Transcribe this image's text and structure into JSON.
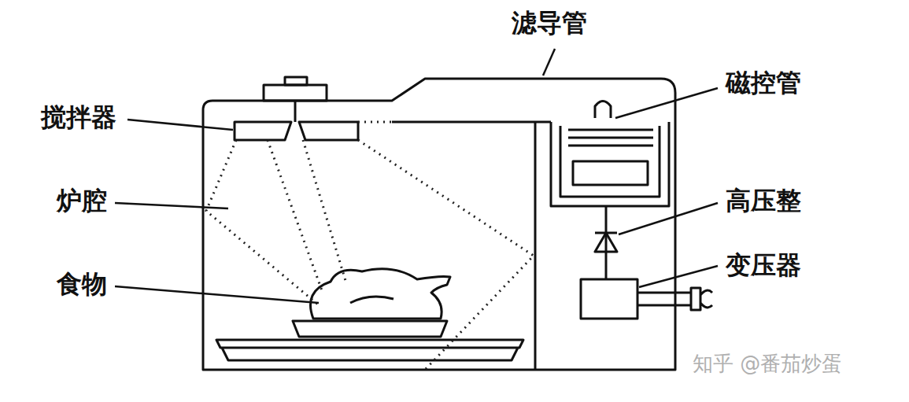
{
  "diagram": {
    "labels": [
      "滤导管",
      "磁控管",
      "搅拌器",
      "炉腔",
      "高压整",
      "变压器",
      "食物",
      "知乎 @番茄炒蛋"
    ]
  }
}
